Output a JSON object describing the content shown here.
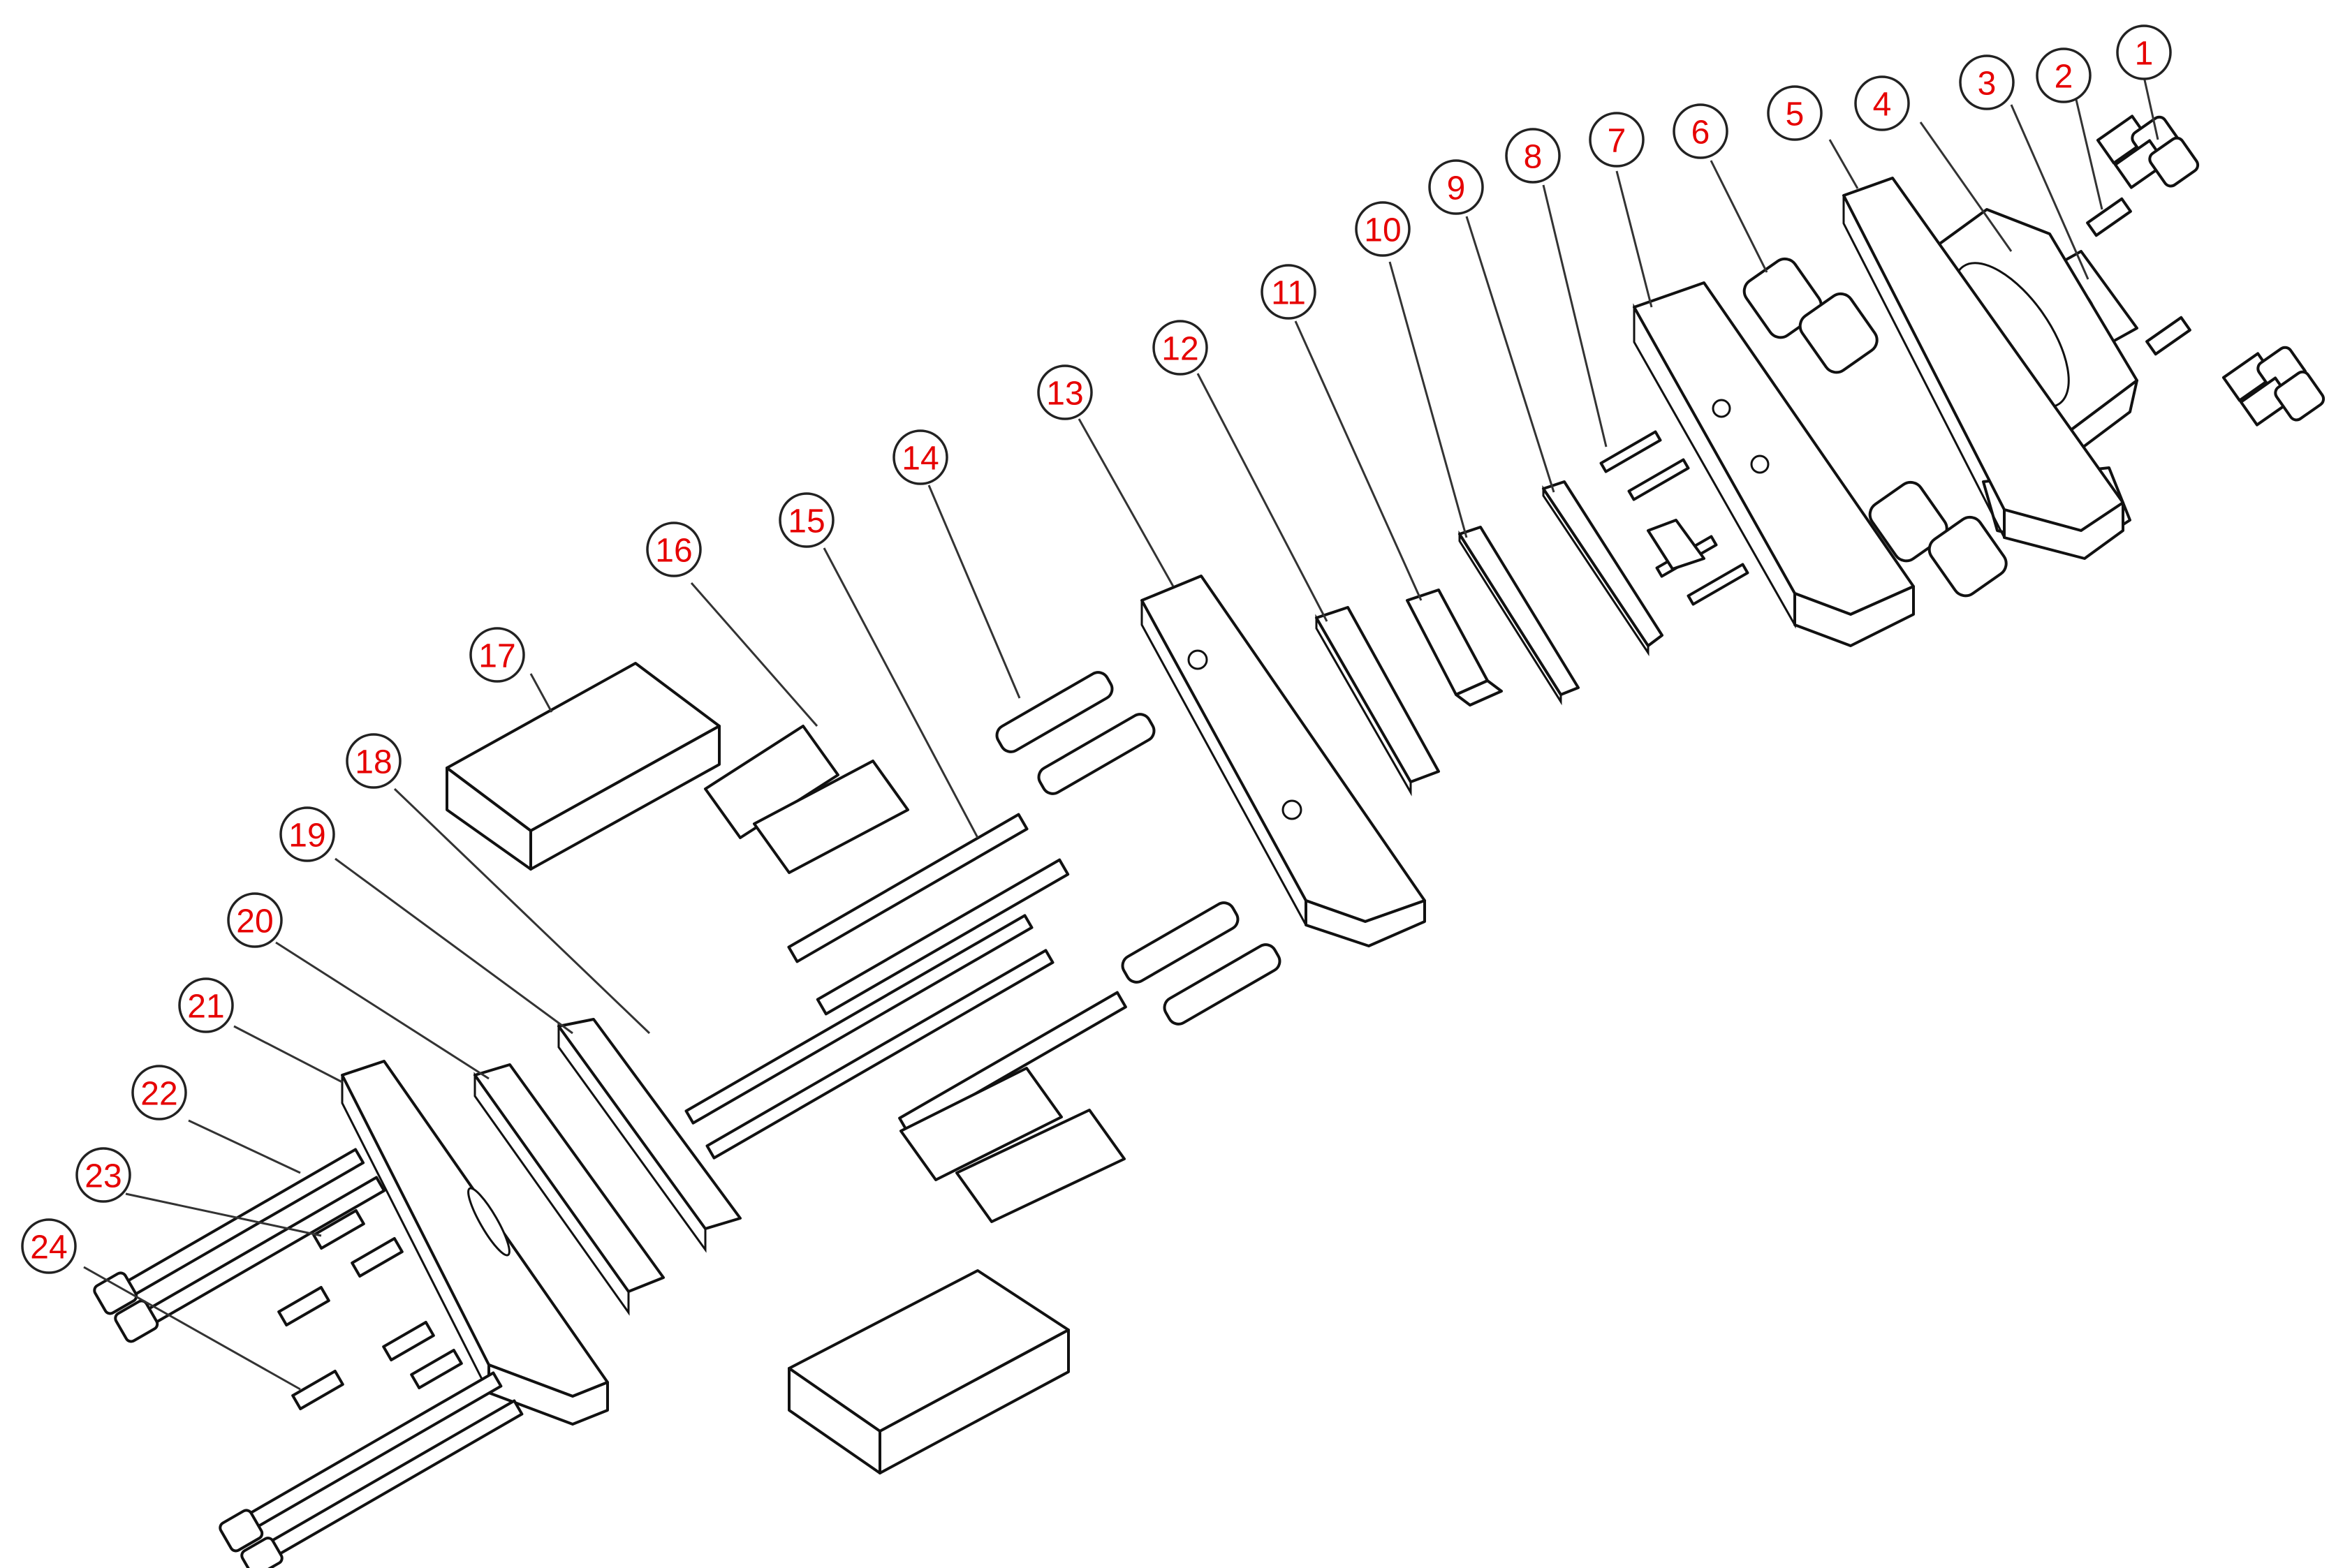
{
  "colors": {
    "label": "#e60000",
    "line": "#111111",
    "background": "#ffffff"
  },
  "callouts": [
    "1",
    "2",
    "3",
    "4",
    "5",
    "6",
    "7",
    "8",
    "9",
    "10",
    "11",
    "12",
    "13",
    "14",
    "15",
    "16",
    "17",
    "18",
    "19",
    "20",
    "21",
    "22",
    "23",
    "24"
  ]
}
